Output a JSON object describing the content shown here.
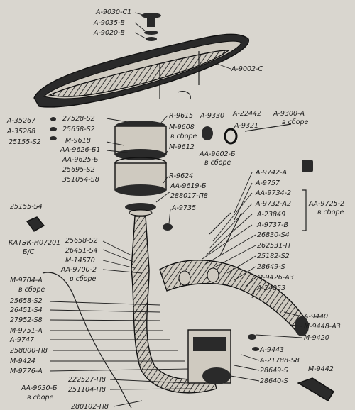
{
  "labels": {
    "l01": "А-9030-С1",
    "l02": "А-9035-В",
    "l03": "А-9020-В",
    "l04": "А-9002-С",
    "l05": "А-35267",
    "l06": "А-35268",
    "l07": "25155-S2",
    "l08": "27528-S2",
    "l09": "25658-S2",
    "l10": "М-9618",
    "l11": "АА-9626-Б1",
    "l12": "АА-9625-Б",
    "l13": "25695-S2",
    "l14": "351054-S8",
    "l15": "R-9615",
    "l16": "М-9608",
    "l17": "в сборе",
    "l18": "М-9612",
    "l19": "А-9330",
    "l20": "А-22442",
    "l21": "А-9300-А",
    "l22": "в сборе",
    "l23": "А-9321",
    "l24": "АА-9602-Б",
    "l25": "в сборе",
    "l26": "R-9624",
    "l27": "АА-9619-Б",
    "l28": "288017-П8",
    "l29": "А-9735",
    "l30": "А-9742-А",
    "l31": "А-9757",
    "l32": "АА-9734-2",
    "l33": "А-9732-А2",
    "l34": "А-23849",
    "l35": "А-9737-В",
    "l36": "АА-9725-2",
    "l37": "в сборе",
    "l38": "25155-S4",
    "l39": "КАТЭК-Н07201",
    "l40": "Б/С",
    "l41": "25658-S2",
    "l42": "26451-S4",
    "l43": "М-14570",
    "l44": "АА-9700-2",
    "l45": "в сборе",
    "l46": "26830-S4",
    "l47": "262531-П",
    "l48": "25182-S2",
    "l49": "28649-S",
    "l50": "М-9426-А3",
    "l51": "А-24053",
    "l52": "М-9704-А",
    "l53": "в сборе",
    "l54": "25658-S2",
    "l55": "26451-S4",
    "l56": "27952-S8",
    "l57": "М-9751-А",
    "l58": "А-9747",
    "l59": "258000-П8",
    "l60": "М-9424",
    "l61": "М-9776-А",
    "l62": "А-9440",
    "l63": "М-9448-А3",
    "l64": "М-9420",
    "l65": "А-9443",
    "l66": "А-21788-S8",
    "l67": "28649-S",
    "l68": "28640-S",
    "l69": "М-9442",
    "l70": "222527-П8",
    "l71": "251104-П8",
    "l72": "АА-9630-Б",
    "l73": "в сборе",
    "l74": "280102-П8"
  }
}
